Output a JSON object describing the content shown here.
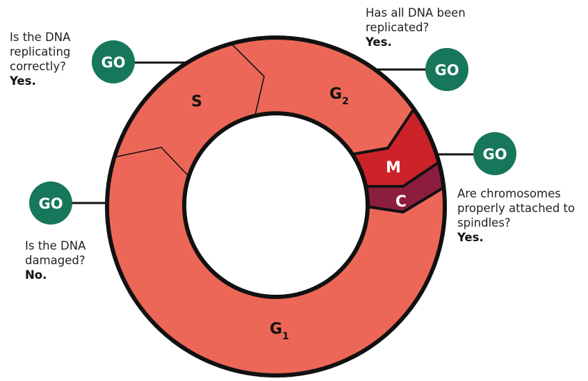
{
  "colors": {
    "phase_fill": "#ec6757",
    "mitosis": "#cc2229",
    "cytokinesis": "#8b1d3e",
    "go": "#17775a",
    "outline": "#111111"
  },
  "phases": {
    "s": "S",
    "g2": "G",
    "g2_sub": "2",
    "m": "M",
    "c": "C",
    "g1": "G",
    "g1_sub": "1"
  },
  "checkpoints": [
    {
      "badge": "GO",
      "question": "Is the DNA replicating correctly?",
      "answer": "Yes."
    },
    {
      "badge": "GO",
      "question": "Has all DNA been replicated?",
      "answer": "Yes."
    },
    {
      "badge": "GO",
      "question": "Are chromosomes properly attached to spindles?",
      "answer": "Yes."
    },
    {
      "badge": "GO",
      "question": "Is the DNA damaged?",
      "answer": "No."
    }
  ]
}
